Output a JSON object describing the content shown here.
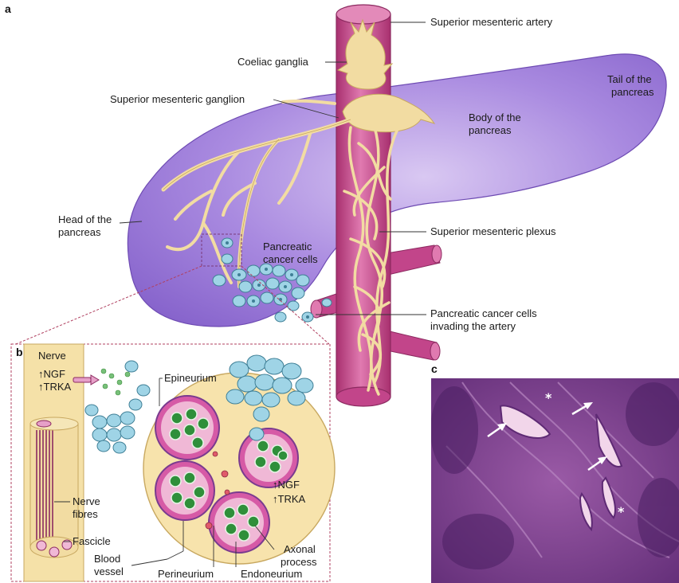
{
  "panels": {
    "a": "a",
    "b": "b",
    "c": "c"
  },
  "labels": {
    "superior_mesenteric_artery": "Superior mesenteric artery",
    "coeliac_ganglia": "Coeliac ganglia",
    "tail_line1": "Tail of the",
    "tail_line2": "pancreas",
    "superior_mesenteric_ganglion": "Superior mesenteric ganglion",
    "body_line1": "Body of the",
    "body_line2": "pancreas",
    "head_line1": "Head of the",
    "head_line2": "pancreas",
    "pcc_line1": "Pancreatic",
    "pcc_line2": "cancer cells",
    "superior_mesenteric_plexus": "Superior mesenteric plexus",
    "invading_line1": "Pancreatic cancer cells",
    "invading_line2": "invading the artery",
    "nerve": "Nerve",
    "ngf_left": "↑NGF",
    "trka_left": "↑TRKA",
    "epineurium": "Epineurium",
    "ngf_right": "↑NGF",
    "trka_right": "↑TRKA",
    "nerve_fibres_line1": "Nerve",
    "nerve_fibres_line2": "fibres",
    "fascicle": "Fascicle",
    "axonal_line1": "Axonal",
    "axonal_line2": "process",
    "blood_line1": "Blood",
    "blood_line2": "vessel",
    "perineurium": "Perineurium",
    "endoneurium": "Endoneurium"
  },
  "colors": {
    "pancreas": "#9a78d8",
    "artery": "#c2458a",
    "nerve": "#f2dca2",
    "cancer_cell": "#9fd4e6",
    "fascicle_ring": "#7a3b8f",
    "nucleus": "#2f8f3a",
    "histology": "#7d3d8f"
  },
  "icons": [
    "arrow-icon",
    "asterisk-icon"
  ]
}
